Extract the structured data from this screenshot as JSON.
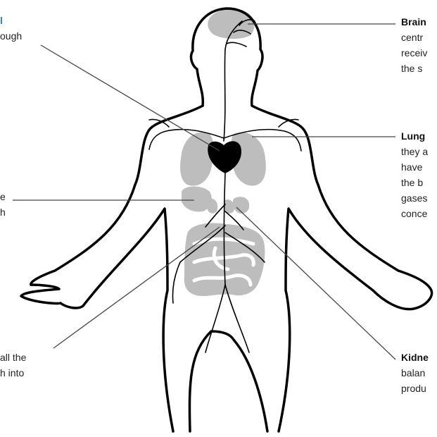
{
  "colors": {
    "body_outline": "#000000",
    "organ_fill": "#bdbdbd",
    "heart_fill": "#000000",
    "vessel_stroke": "#000000",
    "leader_line": "#444444",
    "title_accent": "#2a7fc4"
  },
  "labels": {
    "top_left": {
      "line1": "l",
      "line2": "ough"
    },
    "mid_left": {
      "line1": "e",
      "line2": "h"
    },
    "bottom_left": {
      "line1": "all the",
      "line2": "h into"
    },
    "brain": {
      "title": "Brain",
      "line1": "centr",
      "line2": "receiv",
      "line3": "the s"
    },
    "lungs": {
      "title": "Lung",
      "line1": "they a",
      "line2": "have",
      "line3": "the b",
      "line4": "gases",
      "line5": "conce"
    },
    "kidneys": {
      "title": "Kidne",
      "line1": "balan",
      "line2": "produ"
    }
  }
}
